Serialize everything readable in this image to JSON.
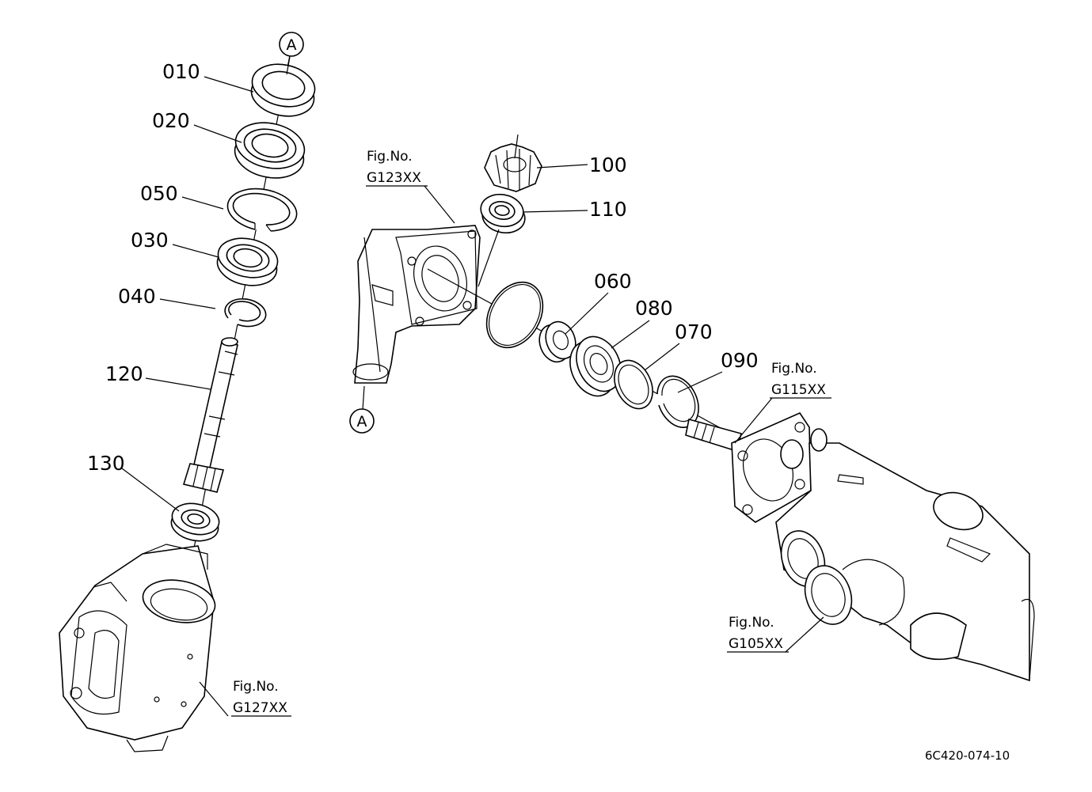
{
  "parts": [
    {
      "id": "p010",
      "label": "010"
    },
    {
      "id": "p020",
      "label": "020"
    },
    {
      "id": "p050",
      "label": "050"
    },
    {
      "id": "p030",
      "label": "030"
    },
    {
      "id": "p040",
      "label": "040"
    },
    {
      "id": "p120",
      "label": "120"
    },
    {
      "id": "p130",
      "label": "130"
    },
    {
      "id": "p100",
      "label": "100"
    },
    {
      "id": "p110",
      "label": "110"
    },
    {
      "id": "p060",
      "label": "060"
    },
    {
      "id": "p080",
      "label": "080"
    },
    {
      "id": "p070",
      "label": "070"
    },
    {
      "id": "p090",
      "label": "090"
    }
  ],
  "references": [
    {
      "line1": "Fig.No.",
      "line2": "G123XX"
    },
    {
      "line1": "Fig.No.",
      "line2": "G115XX"
    },
    {
      "line1": "Fig.No.",
      "line2": "G105XX"
    },
    {
      "line1": "Fig.No.",
      "line2": "G127XX"
    }
  ],
  "connectors": [
    {
      "letter": "A"
    },
    {
      "letter": "A"
    }
  ],
  "drawing_code": "6C420-074-10"
}
